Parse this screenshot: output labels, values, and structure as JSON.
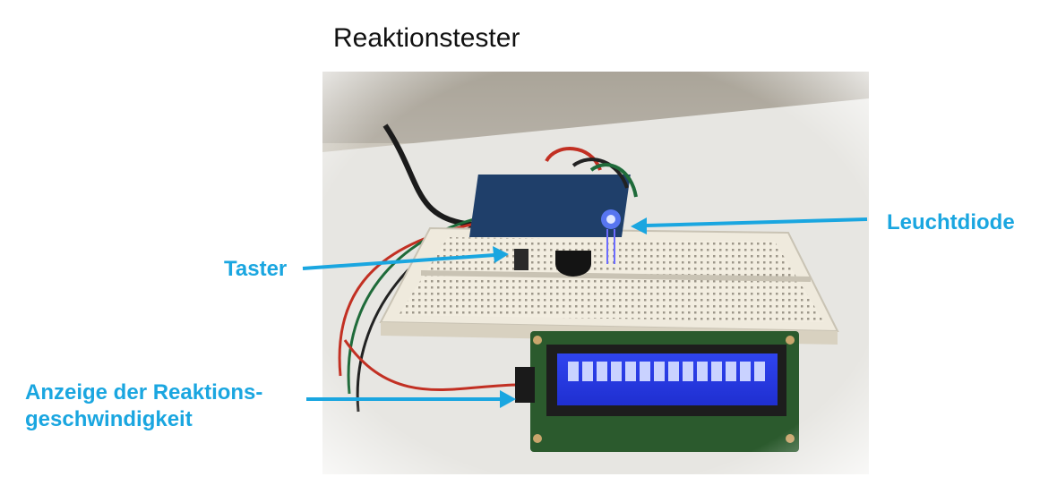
{
  "title": "Reaktionstester",
  "labels": {
    "taster": "Taster",
    "leuchtdiode": "Leuchtdiode",
    "anzeige_line1": "Anzeige der Reaktions-",
    "anzeige_line2": "geschwindigkeit"
  },
  "colors": {
    "accent": "#1aa6e0",
    "lcd_blue": "#2437e6",
    "breadboard": "#f2ede0"
  }
}
